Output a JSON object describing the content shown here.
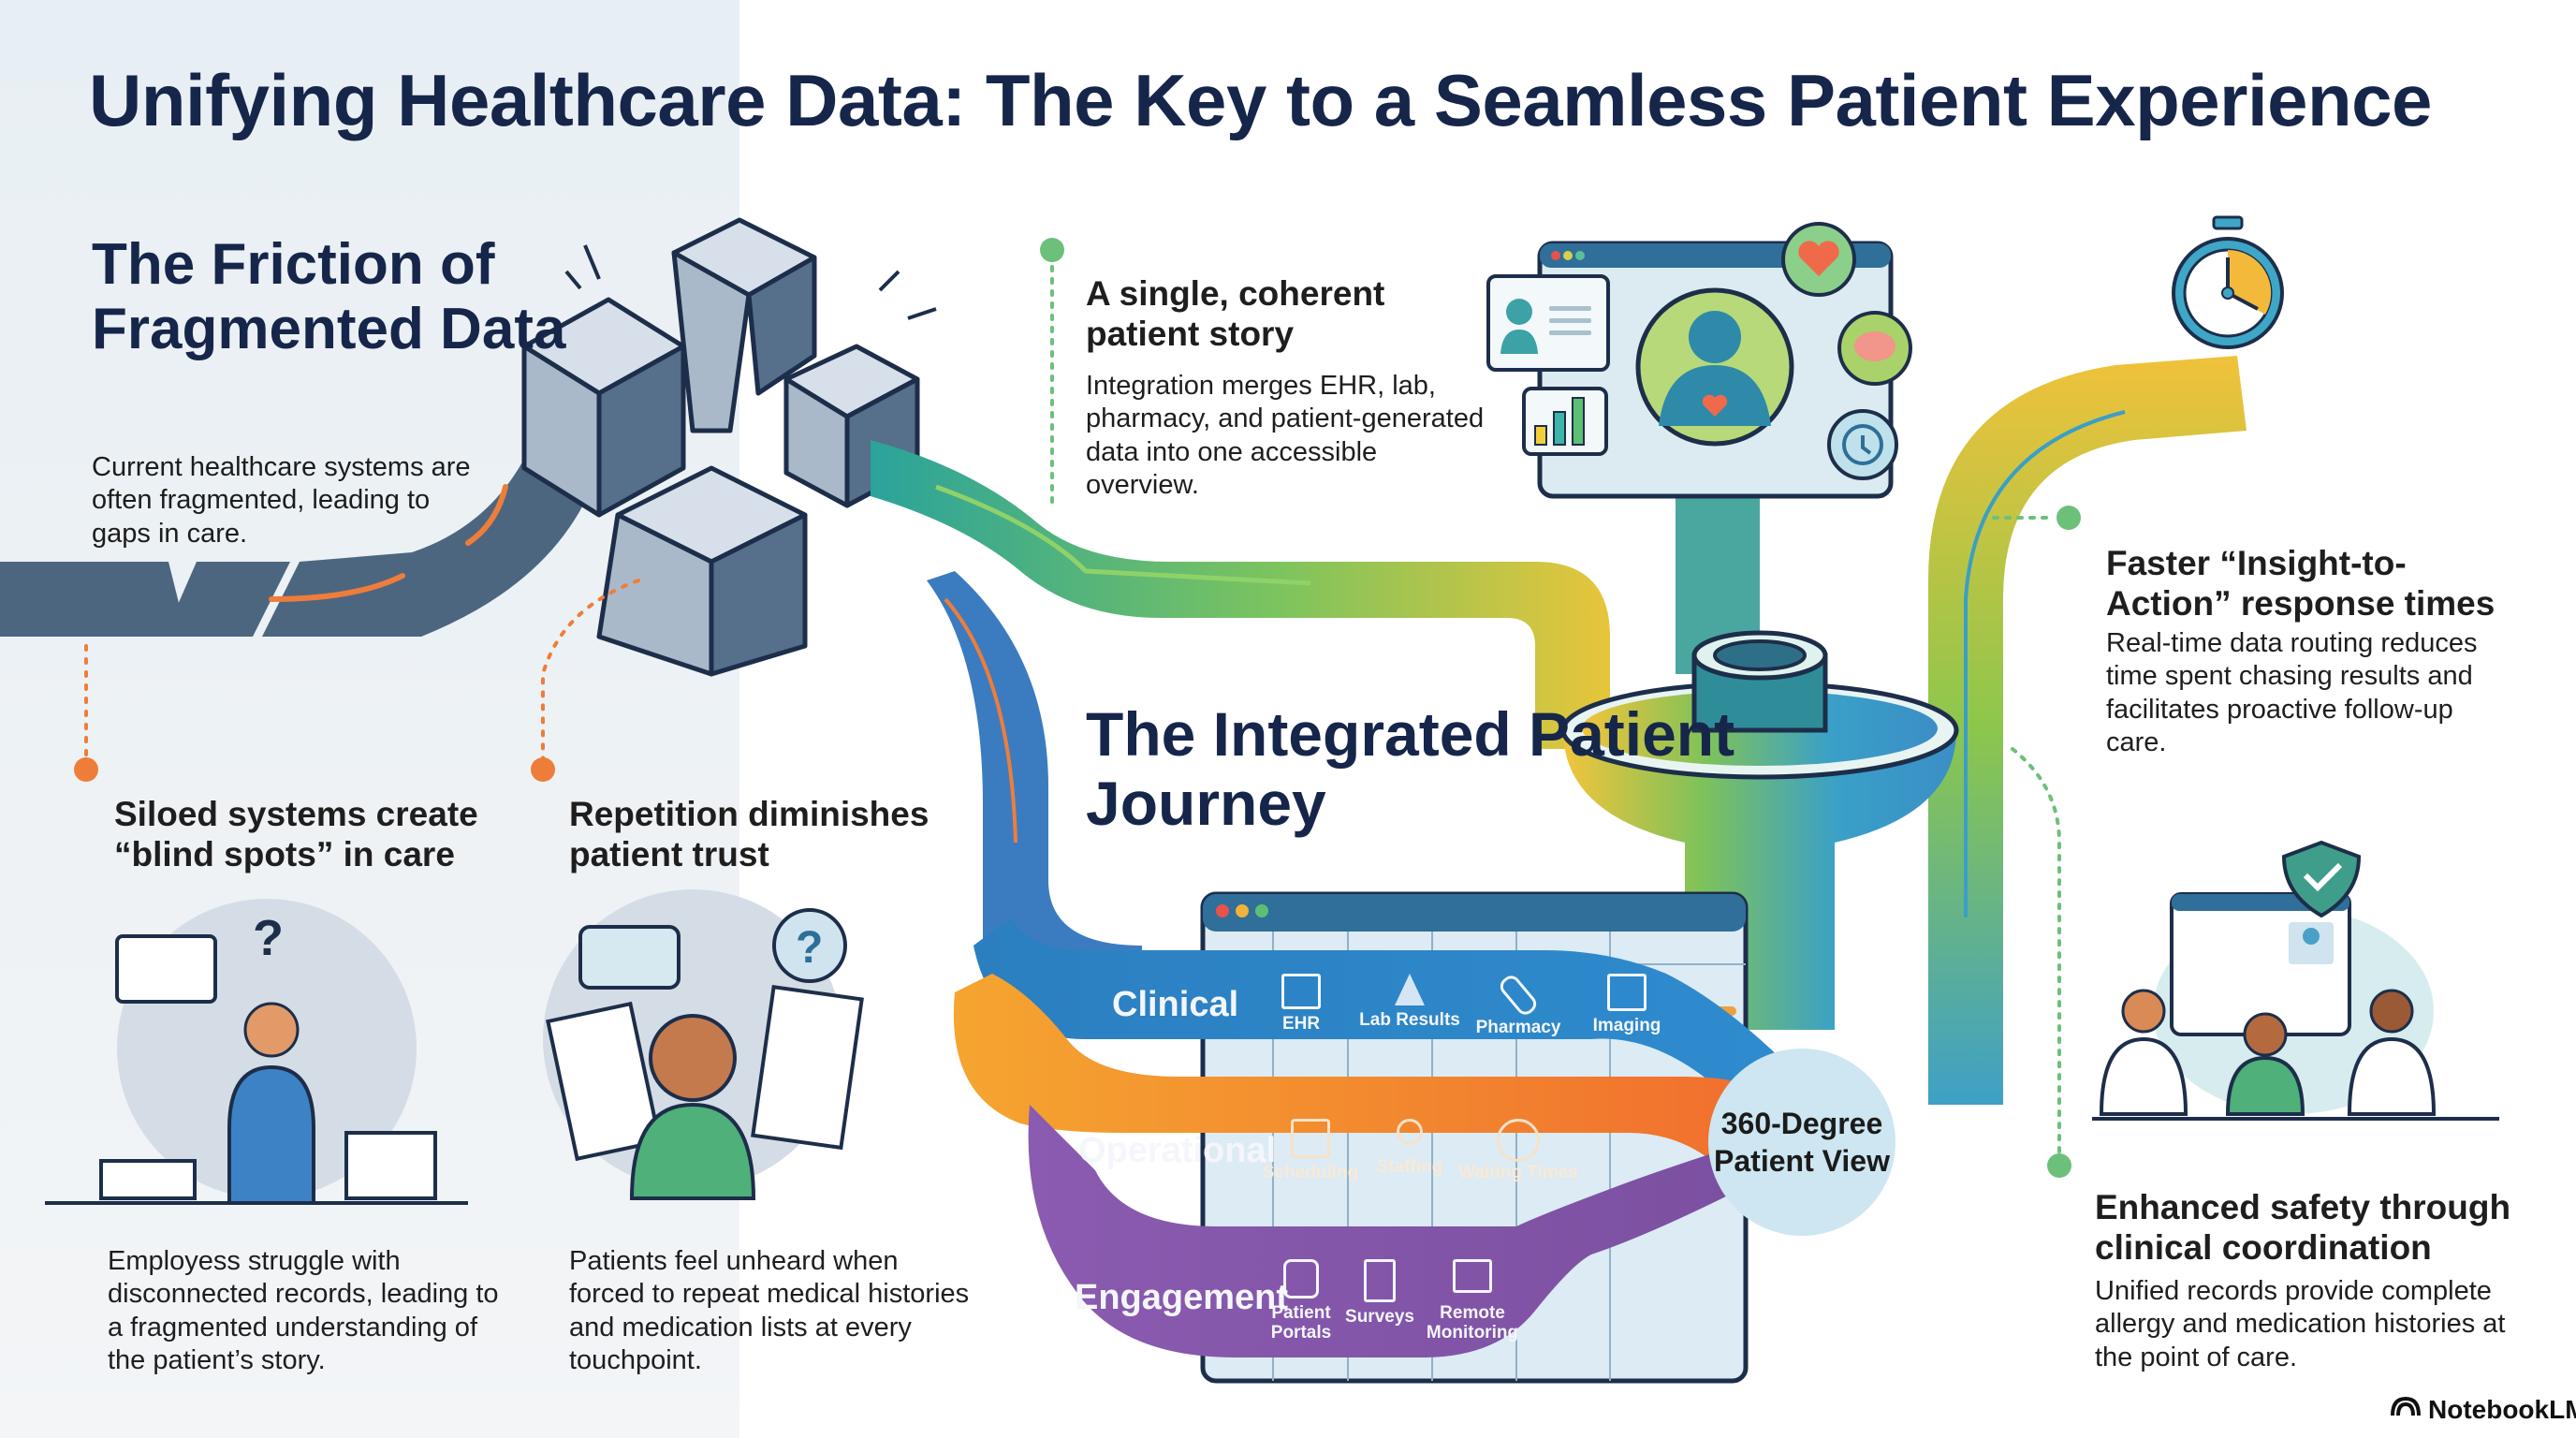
{
  "header": {
    "title": "Unifying Healthcare Data: The Key to a Seamless Patient Experience"
  },
  "friction": {
    "heading": "The Friction of Fragmented Data",
    "lead": "Current healthcare systems are often fragmented, leading to gaps in care.",
    "points": [
      {
        "heading": "Siloed systems create “blind spots” in care",
        "body": "Employess struggle with disconnected records, leading to a fragmented understanding of the patient’s story."
      },
      {
        "heading": "Repetition diminishes patient trust",
        "body": "Patients feel unheard when forced to repeat medical histories and medication lists at every touchpoint."
      }
    ]
  },
  "integrated": {
    "heading": "The Integrated Patient Journey",
    "hub": "360-Degree Patient View",
    "lanes": [
      {
        "label": "Clinical",
        "color": "#2e8bc6",
        "items": [
          {
            "label": "EHR",
            "icon": "folder-icon"
          },
          {
            "label": "Lab Results",
            "icon": "flask-icon"
          },
          {
            "label": "Pharmacy",
            "icon": "pill-icon"
          },
          {
            "label": "Imaging",
            "icon": "image-icon"
          }
        ]
      },
      {
        "label": "Operational",
        "color": "#f28a2e",
        "items": [
          {
            "label": "Scheduling",
            "icon": "calendar-icon"
          },
          {
            "label": "Staffing",
            "icon": "staff-icon"
          },
          {
            "label": "Waiting Times",
            "icon": "clock-icon"
          }
        ]
      },
      {
        "label": "Engagement",
        "color": "#8457a8",
        "items": [
          {
            "label": "Patient Portals",
            "icon": "portal-icon"
          },
          {
            "label": "Surveys",
            "icon": "clipboard-icon"
          },
          {
            "label": "Remote Monitoring",
            "icon": "monitor-icon"
          }
        ]
      }
    ]
  },
  "benefits": [
    {
      "heading": "A single, coherent patient story",
      "body": "Integration merges EHR, lab, pharmacy, and patient-generated data into one accessible overview."
    },
    {
      "heading": "Faster “Insight-to-Action” response times",
      "body": "Real-time data routing reduces time spent chasing results and facilitates proactive follow-up care."
    },
    {
      "heading": "Enhanced safety through clinical coordination",
      "body": "Unified records provide complete allergy and medication histories at the point of care."
    }
  ],
  "colors": {
    "navy": "#16264a",
    "orange_accent": "#ef7d3a",
    "green_accent": "#6cc07a",
    "slate": "#4d6680"
  },
  "footer": {
    "brand": "NotebookLM"
  }
}
